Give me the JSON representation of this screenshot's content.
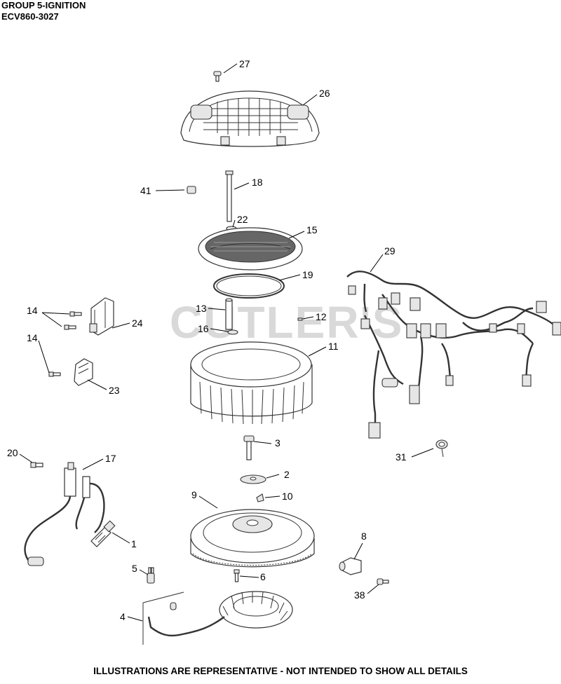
{
  "header": {
    "group": "GROUP 5-IGNITION",
    "model": "ECV860-3027"
  },
  "watermark": "CUTLER'S",
  "footer": "ILLUSTRATIONS ARE REPRESENTATIVE - NOT INTENDED TO SHOW ALL DETAILS",
  "callouts": [
    "27",
    "26",
    "41",
    "18",
    "22",
    "15",
    "19",
    "13",
    "16",
    "12",
    "11",
    "14",
    "24",
    "14",
    "23",
    "29",
    "3",
    "31",
    "20",
    "17",
    "2",
    "9",
    "10",
    "1",
    "8",
    "5",
    "6",
    "38",
    "4"
  ]
}
